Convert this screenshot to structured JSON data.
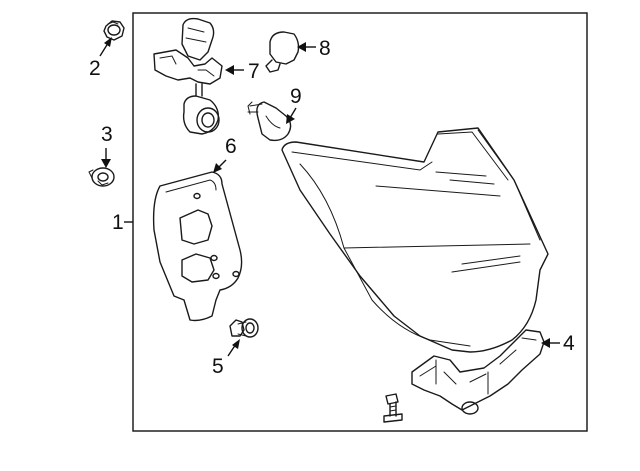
{
  "diagram": {
    "callouts": [
      {
        "id": "1",
        "label": "1"
      },
      {
        "id": "2",
        "label": "2"
      },
      {
        "id": "3",
        "label": "3"
      },
      {
        "id": "4",
        "label": "4"
      },
      {
        "id": "5",
        "label": "5"
      },
      {
        "id": "6",
        "label": "6"
      },
      {
        "id": "7",
        "label": "7"
      },
      {
        "id": "8",
        "label": "8"
      },
      {
        "id": "9",
        "label": "9"
      }
    ],
    "parts": [
      "tail-lamp-assembly",
      "nut",
      "push-pin-clip",
      "mounting-bracket",
      "push-clip",
      "gasket-panel",
      "socket-and-wire-harness",
      "bulb-small",
      "bulb-large",
      "screw"
    ]
  }
}
